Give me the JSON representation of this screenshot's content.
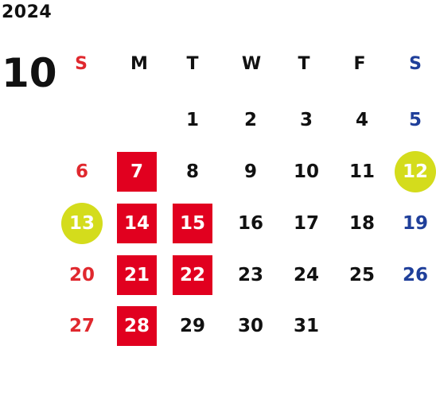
{
  "year": "2024",
  "month": "10",
  "weekdays": [
    "S",
    "M",
    "T",
    "W",
    "T",
    "F",
    "S"
  ],
  "colors": {
    "sunday": "#e0282e",
    "saturday": "#1f3f9a",
    "holiday_box": "#e1001f",
    "event_circle": "#d4dc1c"
  },
  "days": [
    {
      "d": "1",
      "col": 2,
      "row": 0,
      "type": "normal"
    },
    {
      "d": "2",
      "col": 3,
      "row": 0,
      "type": "normal"
    },
    {
      "d": "3",
      "col": 4,
      "row": 0,
      "type": "normal"
    },
    {
      "d": "4",
      "col": 5,
      "row": 0,
      "type": "normal"
    },
    {
      "d": "5",
      "col": 6,
      "row": 0,
      "type": "normal"
    },
    {
      "d": "6",
      "col": 0,
      "row": 1,
      "type": "normal"
    },
    {
      "d": "7",
      "col": 1,
      "row": 1,
      "type": "holiday"
    },
    {
      "d": "8",
      "col": 2,
      "row": 1,
      "type": "normal"
    },
    {
      "d": "9",
      "col": 3,
      "row": 1,
      "type": "normal"
    },
    {
      "d": "10",
      "col": 4,
      "row": 1,
      "type": "normal"
    },
    {
      "d": "11",
      "col": 5,
      "row": 1,
      "type": "normal"
    },
    {
      "d": "12",
      "col": 6,
      "row": 1,
      "type": "event"
    },
    {
      "d": "13",
      "col": 0,
      "row": 2,
      "type": "event"
    },
    {
      "d": "14",
      "col": 1,
      "row": 2,
      "type": "holiday"
    },
    {
      "d": "15",
      "col": 2,
      "row": 2,
      "type": "holiday"
    },
    {
      "d": "16",
      "col": 3,
      "row": 2,
      "type": "normal"
    },
    {
      "d": "17",
      "col": 4,
      "row": 2,
      "type": "normal"
    },
    {
      "d": "18",
      "col": 5,
      "row": 2,
      "type": "normal"
    },
    {
      "d": "19",
      "col": 6,
      "row": 2,
      "type": "normal"
    },
    {
      "d": "20",
      "col": 0,
      "row": 3,
      "type": "normal"
    },
    {
      "d": "21",
      "col": 1,
      "row": 3,
      "type": "holiday"
    },
    {
      "d": "22",
      "col": 2,
      "row": 3,
      "type": "holiday"
    },
    {
      "d": "23",
      "col": 3,
      "row": 3,
      "type": "normal"
    },
    {
      "d": "24",
      "col": 4,
      "row": 3,
      "type": "normal"
    },
    {
      "d": "25",
      "col": 5,
      "row": 3,
      "type": "normal"
    },
    {
      "d": "26",
      "col": 6,
      "row": 3,
      "type": "normal"
    },
    {
      "d": "27",
      "col": 0,
      "row": 4,
      "type": "normal"
    },
    {
      "d": "28",
      "col": 1,
      "row": 4,
      "type": "holiday"
    },
    {
      "d": "29",
      "col": 2,
      "row": 4,
      "type": "normal"
    },
    {
      "d": "30",
      "col": 3,
      "row": 4,
      "type": "normal"
    },
    {
      "d": "31",
      "col": 4,
      "row": 4,
      "type": "normal"
    }
  ]
}
